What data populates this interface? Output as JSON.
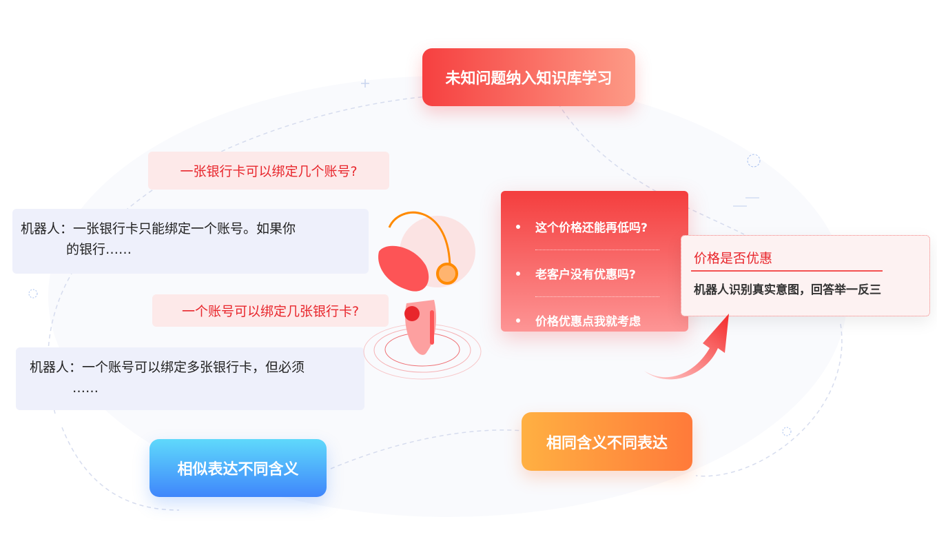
{
  "top_pill": "未知问题纳入知识库学习",
  "questions": [
    "一张银行卡可以绑定几个账号?",
    "一个账号可以绑定几张银行卡?"
  ],
  "answers": [
    {
      "line1": "机器人：一张银行卡只能绑定一个账号。如果你",
      "line2": "的银行……"
    },
    {
      "line1": "机器人：一个账号可以绑定多张银行卡，但必须",
      "line2": "……"
    }
  ],
  "list_items": [
    "这个价格还能再低吗?",
    "老客户没有优惠吗?",
    "价格优惠点我就考虑"
  ],
  "intent_card": {
    "title": "价格是否优惠",
    "desc": "机器人识别真实意图，回答举一反三"
  },
  "bottom_left_pill": "相似表达不同含义",
  "bottom_right_pill": "相同含义不同表达",
  "colors": {
    "red": "#f43e3e",
    "blue": "#3f8cfb",
    "orange": "#ff8a3d"
  }
}
